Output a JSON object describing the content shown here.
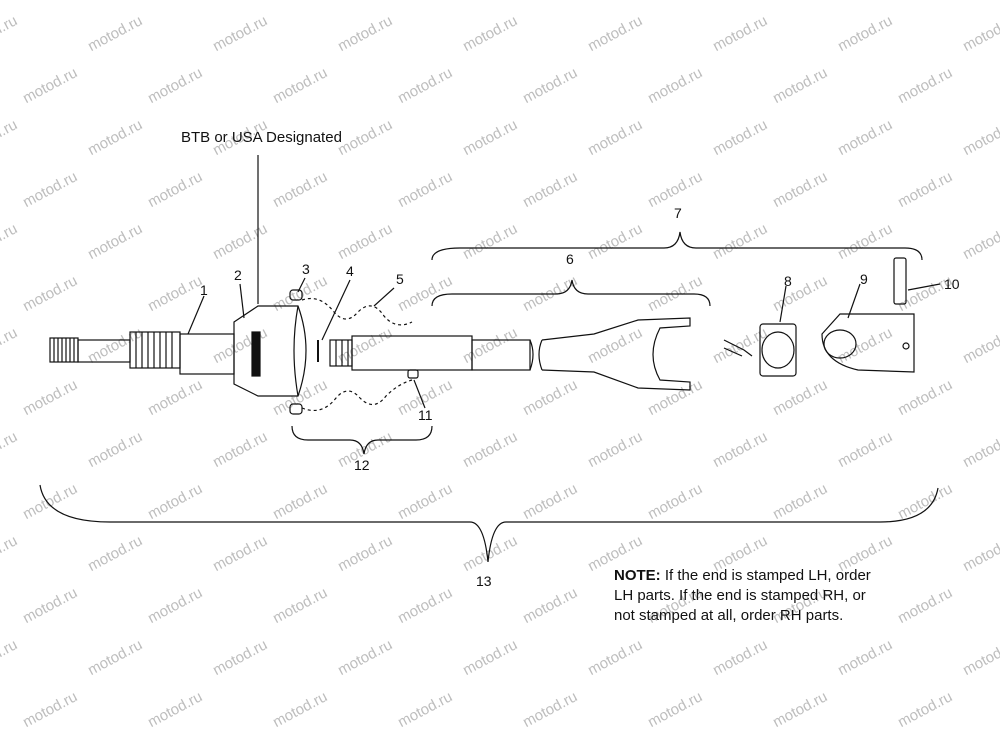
{
  "watermark": "motod.ru",
  "designation_label": "BTB or USA Designated",
  "callouts": {
    "c1": "1",
    "c2": "2",
    "c3": "3",
    "c4": "4",
    "c5": "5",
    "c6": "6",
    "c7": "7",
    "c8": "8",
    "c9": "9",
    "c10": "10",
    "c11": "11",
    "c12": "12",
    "c13": "13"
  },
  "note": {
    "prefix": "NOTE:",
    "line1": " If the end is stamped LH, order",
    "line2": "LH parts.  If the end is stamped RH, or",
    "line3": "not stamped at all, order RH parts."
  }
}
